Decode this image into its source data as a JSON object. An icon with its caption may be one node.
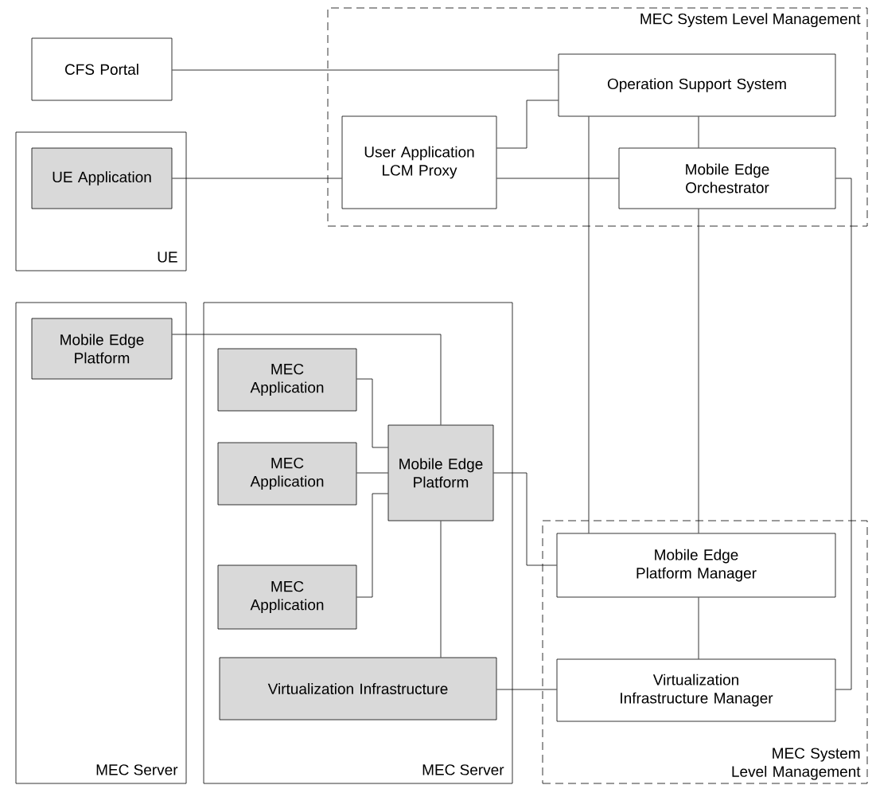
{
  "diagram": {
    "nodes": [
      {
        "text": [
          "MEC System Level Management"
        ]
      },
      {
        "text": [
          "CFS Portal"
        ]
      },
      {
        "text": [
          "Operation Support System"
        ],
        "in": 0
      },
      {
        "text": [
          "User Application LCM Proxy"
        ],
        "in": 0
      },
      {
        "text": [
          "Mobile Edge Orchestrator"
        ],
        "in": 0
      },
      {
        "text": [
          "UE"
        ]
      },
      {
        "text": [
          "UE Application"
        ],
        "in": 5
      },
      {
        "text": [
          "MEC Server"
        ]
      },
      {
        "text": [
          "Mobile Edge Platform"
        ],
        "in": 7
      },
      {
        "text": [
          "MEC Server"
        ]
      },
      {
        "text": [
          "MEC Application"
        ],
        "in": 9
      },
      {
        "text": [
          "MEC Application"
        ],
        "in": 9
      },
      {
        "text": [
          "Mobile Edge Platform"
        ],
        "in": 9
      },
      {
        "text": [
          "MEC Application"
        ],
        "in": 9
      },
      {
        "text": [
          "Virtualization Infrastructure"
        ],
        "in": 9
      },
      {
        "text": [
          "MEC System Level Management"
        ]
      },
      {
        "text": [
          "Mobile Edge Platform Manager"
        ],
        "in": 15
      },
      {
        "text": [
          "Virtualization Infrastructure Manager"
        ],
        "in": 15
      }
    ],
    "edges": [
      {
        "from": 1,
        "to": 2,
        "arrow": "none"
      },
      {
        "from": 3,
        "to": 2,
        "arrow": "none"
      },
      {
        "from": 6,
        "to": 3,
        "arrow": "none"
      },
      {
        "from": 3,
        "to": 4,
        "arrow": "none"
      },
      {
        "from": 2,
        "to": 4,
        "arrow": "none"
      },
      {
        "from": 2,
        "to": 16,
        "arrow": "none"
      },
      {
        "from": 4,
        "to": 16,
        "arrow": "none"
      },
      {
        "from": 4,
        "to": 17,
        "arrow": "none"
      },
      {
        "from": 8,
        "to": 12,
        "arrow": "none"
      },
      {
        "from": 10,
        "to": 12,
        "arrow": "none"
      },
      {
        "from": 11,
        "to": 12,
        "arrow": "none"
      },
      {
        "from": 13,
        "to": 12,
        "arrow": "none"
      },
      {
        "from": 12,
        "to": 16,
        "arrow": "none"
      },
      {
        "from": 12,
        "to": 14,
        "arrow": "none"
      },
      {
        "from": 14,
        "to": 17,
        "arrow": "none"
      },
      {
        "from": 16,
        "to": 17,
        "arrow": "none"
      }
    ]
  }
}
